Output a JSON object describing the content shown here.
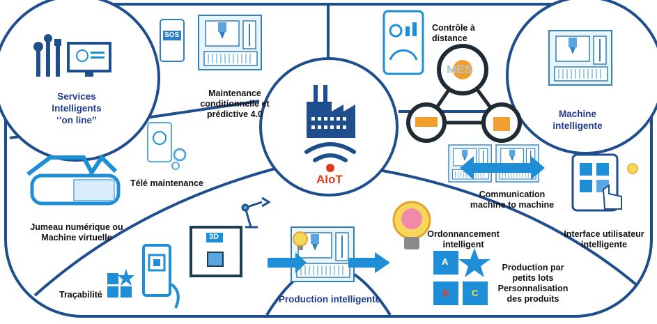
{
  "center": {
    "label": "AIoT"
  },
  "mes_label": "MES",
  "segments": {
    "services": {
      "line1": "Services",
      "line2": "Intelligents",
      "line3": "‘’on line’’"
    },
    "maintenance": {
      "line1": "Maintenance",
      "line2": "conditionnelle et",
      "line3": "prédictive 4.0"
    },
    "remote_control": {
      "line1": "Contrôle à",
      "line2": "distance"
    },
    "smart_machine": {
      "line1": "Machine",
      "line2": "intelligente"
    },
    "tele_maintenance": {
      "label": "Télé maintenance"
    },
    "digital_twin": {
      "line1": "Jumeau numérique ou",
      "line2": "Machine virtuelle"
    },
    "m2m": {
      "line1": "Communication",
      "line2": "machine to machine"
    },
    "ui": {
      "line1": "Interface utilisateur",
      "line2": "intelligente"
    },
    "traceability": {
      "label": "Traçabilité"
    },
    "smart_production": {
      "label": "Production intelligente"
    },
    "scheduling": {
      "line1": "Ordonnancement",
      "line2": "intelligent"
    },
    "small_batches": {
      "line1": "Production par",
      "line2": "petits lots",
      "line3": "Personnalisation",
      "line4": "des produits"
    }
  },
  "icons": {
    "sos": "SOS",
    "threed": "3D",
    "abc_a": "A",
    "abc_b": "B",
    "abc_c": "C"
  },
  "colors": {
    "frame": "#1f4e8c",
    "accent": "#1e8fd6",
    "title_blue": "#1f3d8f",
    "center_red": "#e23a1e",
    "gear_orange": "#f0a030"
  }
}
